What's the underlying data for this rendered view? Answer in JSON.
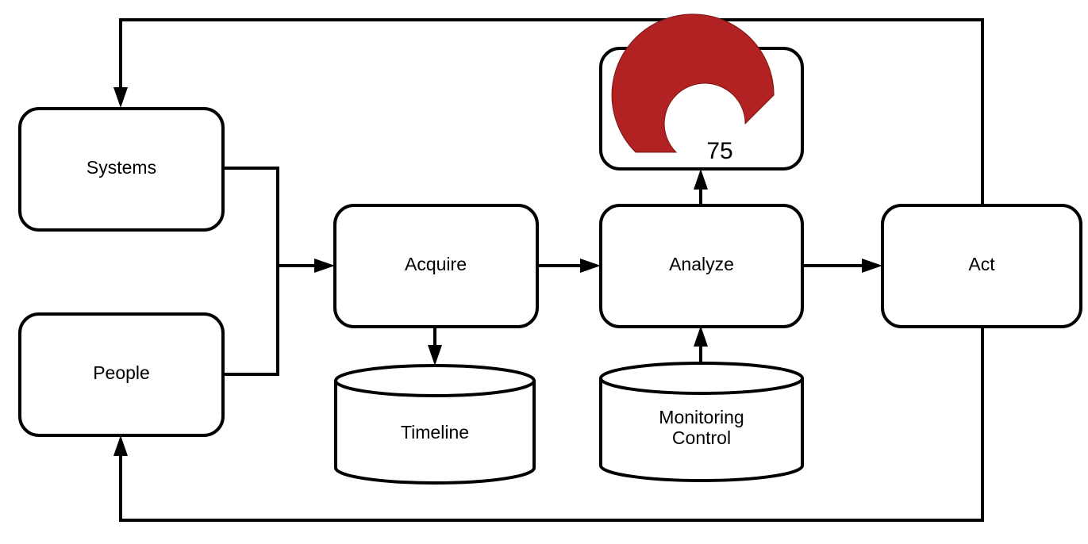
{
  "nodes": {
    "systems": "Systems",
    "people": "People",
    "acquire": "Acquire",
    "analyze": "Analyze",
    "act": "Act",
    "timeline": "Timeline",
    "monitoring_line1": "Monitoring",
    "monitoring_line2": "Control"
  },
  "gauge": {
    "value": "75",
    "fill_fraction": 0.75,
    "color": "#b22222"
  },
  "colors": {
    "stroke": "#000000",
    "background": "#ffffff"
  }
}
